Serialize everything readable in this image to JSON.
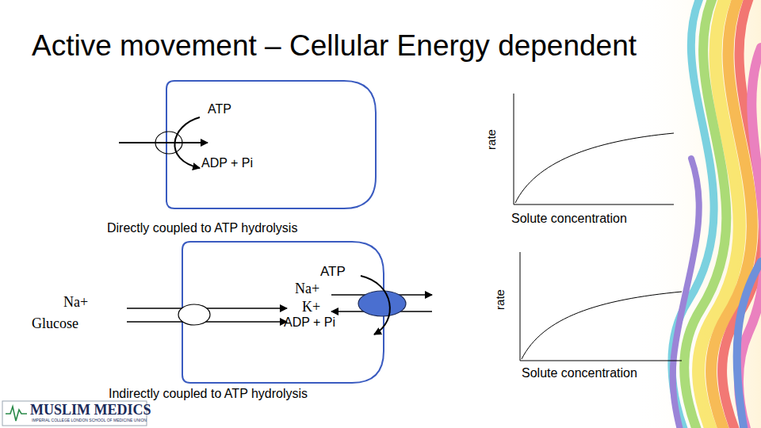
{
  "diagram": {
    "title": "Active movement – Cellular Energy dependent",
    "nodes": [
      {
        "text": [
          "ATP",
          "ADP + Pi"
        ]
      },
      {
        "text": [
          "ATP",
          "Na+",
          "K+",
          "ADP + Pi"
        ]
      }
    ],
    "labels": [
      "rate",
      "Solute concentration",
      "Directly coupled to ATP hydrolysis",
      "rate",
      "Solute concentration",
      "Indirectly coupled to ATP hydrolysis",
      "Na+",
      "Glucose",
      "MUSLIM MEDICS",
      "IMPERIAL COLLEGE LONDON SCHOOL OF MEDICINE UNION"
    ]
  }
}
